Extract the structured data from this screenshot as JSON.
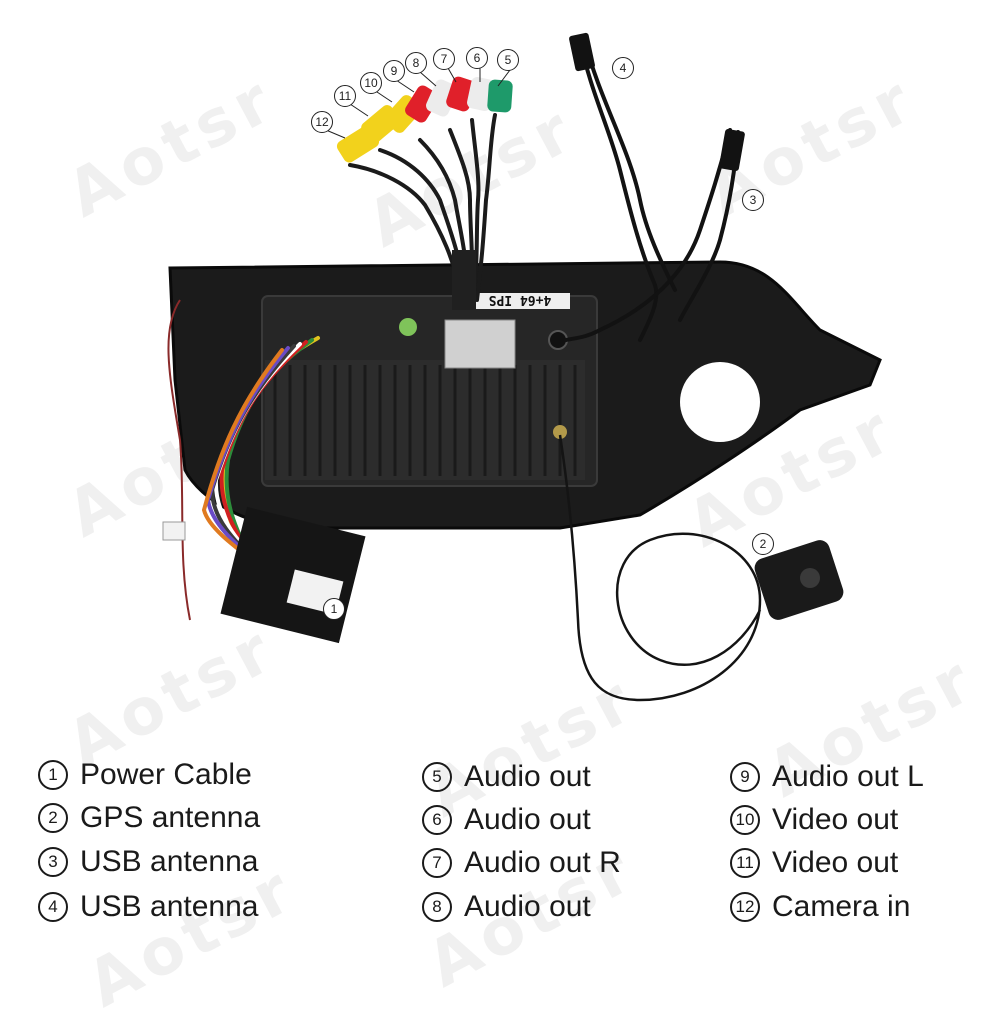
{
  "watermark": "Aotsr",
  "callouts": [
    "1",
    "2",
    "3",
    "4",
    "5",
    "6",
    "7",
    "8",
    "9",
    "10",
    "11",
    "12"
  ],
  "board_label": "4+64 IPS",
  "legend": [
    {
      "num": "1",
      "label": "Power Cable"
    },
    {
      "num": "2",
      "label": "GPS antenna"
    },
    {
      "num": "3",
      "label": "USB antenna"
    },
    {
      "num": "4",
      "label": "USB antenna"
    },
    {
      "num": "5",
      "label": "Audio out"
    },
    {
      "num": "6",
      "label": "Audio out"
    },
    {
      "num": "7",
      "label": "Audio out R"
    },
    {
      "num": "8",
      "label": "Audio out"
    },
    {
      "num": "9",
      "label": "Audio out L"
    },
    {
      "num": "10",
      "label": "Video out"
    },
    {
      "num": "11",
      "label": "Video out"
    },
    {
      "num": "12",
      "label": "Camera in"
    }
  ]
}
